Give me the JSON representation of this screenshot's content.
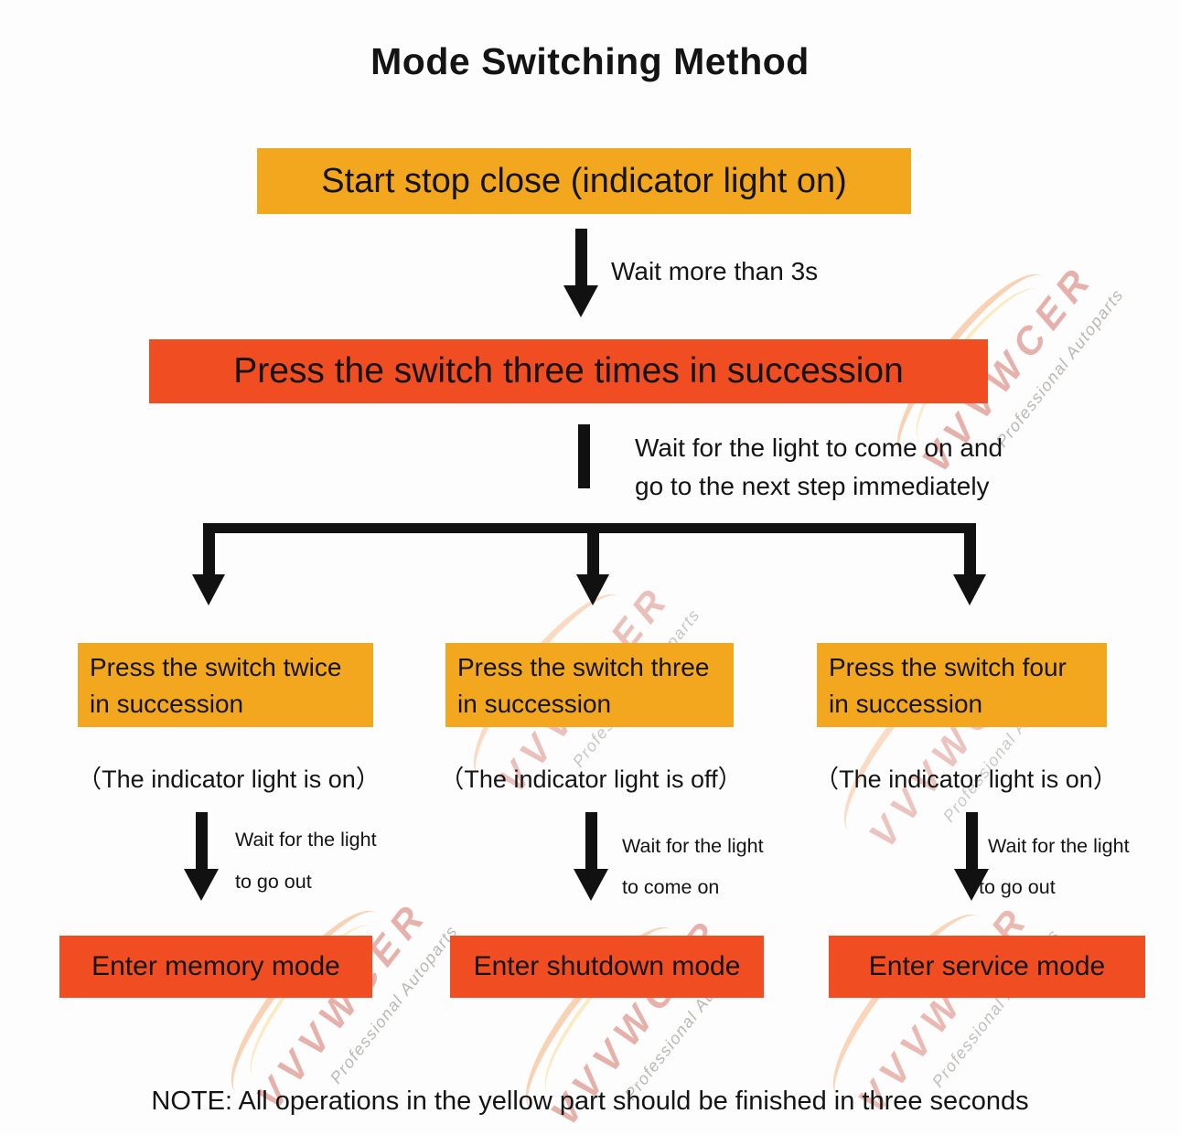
{
  "title": "Mode Switching Method",
  "flow": {
    "start_box": "Start stop close (indicator light on)",
    "wait1": "Wait more than 3s",
    "press3_box": "Press the switch three times in succession",
    "wait2_line1": "Wait for the light to come on and",
    "wait2_line2": "go to the next step immediately",
    "branches": [
      {
        "press_line1": "Press the switch twice",
        "press_line2": "in succession",
        "indicator": "（The indicator light is on）",
        "wait_line1": "Wait for the light",
        "wait_line2": "to go out",
        "result": "Enter memory mode"
      },
      {
        "press_line1": "Press the switch three",
        "press_line2": "in succession",
        "indicator": "（The indicator light is off）",
        "wait_line1": "Wait for the light",
        "wait_line2": "to come on",
        "result": "Enter shutdown mode"
      },
      {
        "press_line1": "Press the switch four",
        "press_line2": "in succession",
        "indicator": "（The indicator light is on）",
        "wait_line1": "Wait for the light",
        "wait_line2": "to go out",
        "result": "Enter service mode"
      }
    ],
    "note": "NOTE: All operations in the yellow part should be finished in three seconds"
  },
  "watermark": {
    "brand": "VVVWCER",
    "tagline": "Professional Autoparts"
  },
  "colors": {
    "yellow_box": "#F2A71E",
    "orange_box": "#F04E22",
    "arrow_black": "#111111"
  }
}
